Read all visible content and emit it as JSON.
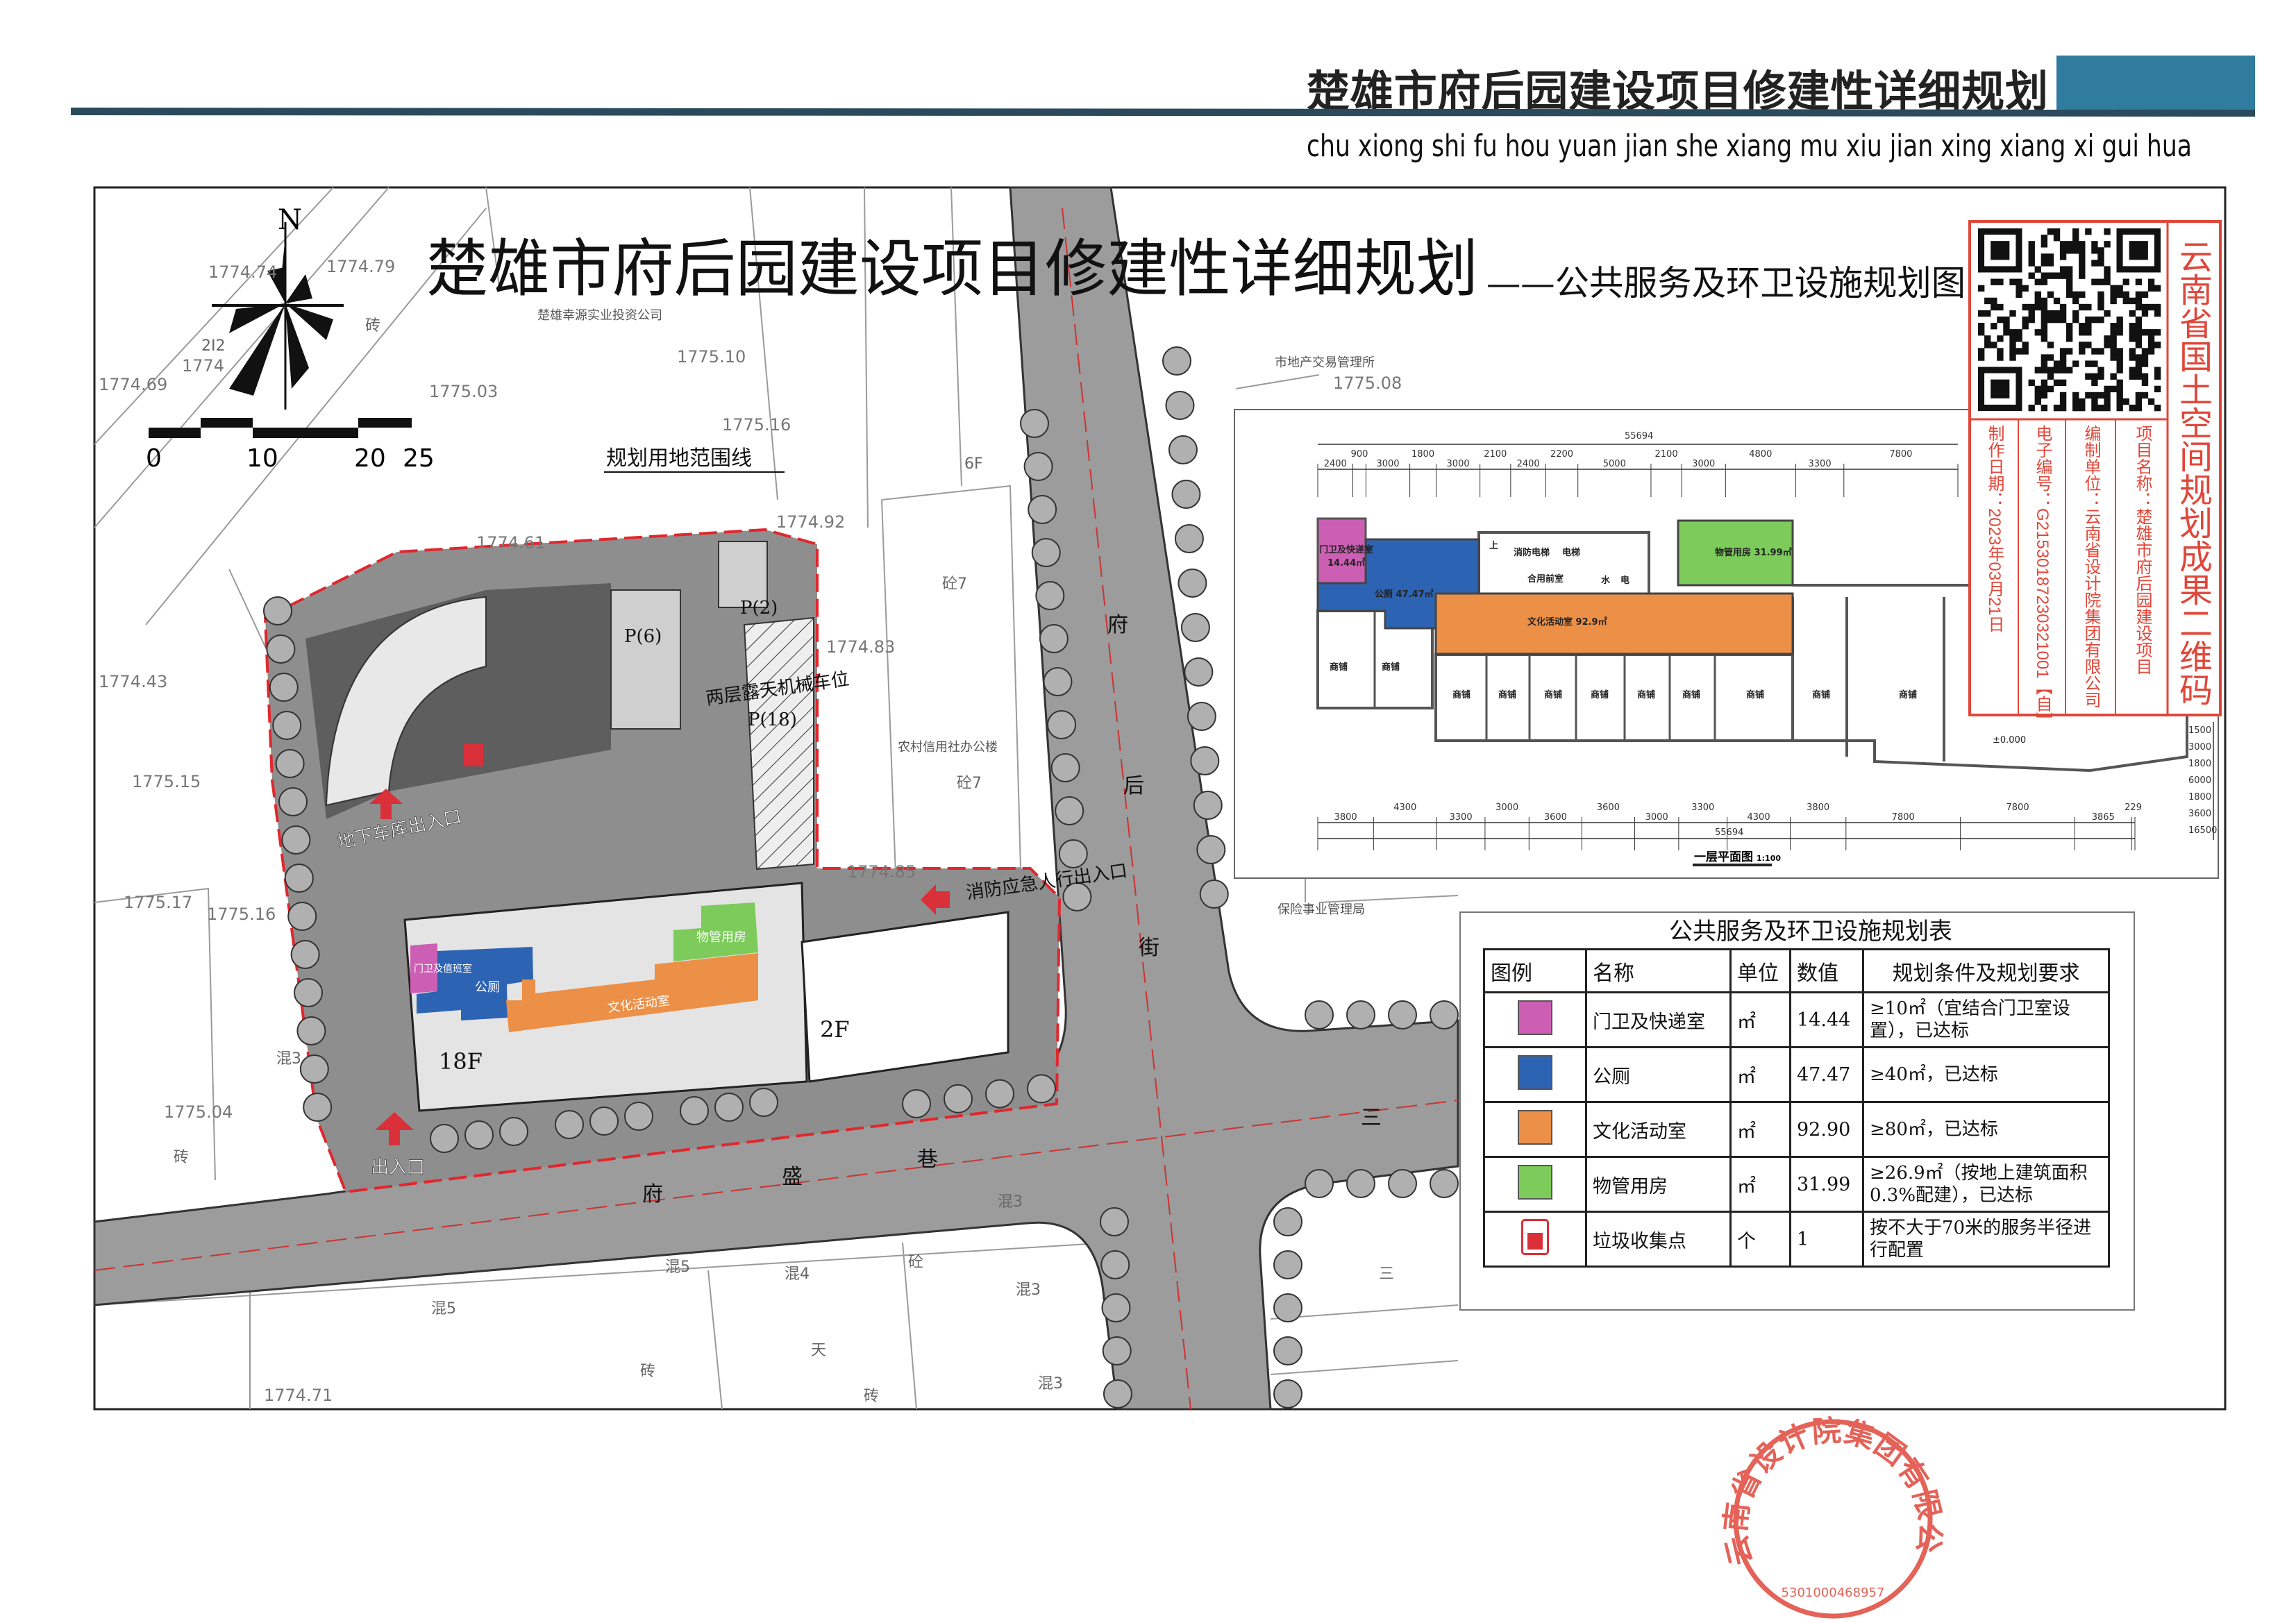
{
  "header": {
    "title": "楚雄市府后园建设项目修建性详细规划",
    "pinyin": "chu xiong shi fu hou yuan jian she xiang mu xiu jian xing xiang xi gui hua",
    "accent_color": "#2f7c9e",
    "rule_color": "#2b4a5c"
  },
  "map": {
    "title": "楚雄市府后园建设项目修建性详细规划",
    "subtitle": "——公共服务及环卫设施规划图",
    "north": "N",
    "scale_labels": [
      "0",
      "10",
      "20",
      "25"
    ],
    "boundary_label": "规划用地范围线",
    "garage_entrance": "地下车库出入口",
    "entrance": "出入口",
    "fire_entrance": "消防应急人行出入口",
    "mech_parking": "两层露天机械车位",
    "parking": [
      "P(18)",
      "P(6)",
      "P(2)"
    ],
    "floors": [
      "18F",
      "2F"
    ],
    "rooms": {
      "guard": "门卫及值班室",
      "toilet": "公厕",
      "culture": "文化活动室",
      "property": "物管用房"
    },
    "roads": {
      "fuhou_street": [
        "府",
        "后",
        "街"
      ],
      "fusheng_lane": [
        "府",
        "盛",
        "巷"
      ],
      "other": "三"
    },
    "places": [
      "楚雄幸源实业投资公司",
      "市地产交易管理所",
      "农村信用社办公楼",
      "保险事业管理局"
    ],
    "building_marks": [
      "砼7",
      "砼7",
      "6F",
      "混3",
      "混5",
      "混4",
      "混3",
      "混3",
      "混3",
      "混5",
      "砖",
      "砖",
      "砖",
      "天",
      "砼",
      "砖",
      "三",
      "2I2"
    ],
    "elevations": [
      "1774.74",
      "1774.79",
      "1774.69",
      "1775.03",
      "1775.10",
      "1775.16",
      "1775.08",
      "1774.61",
      "1774.92",
      "1774.83",
      "1774.85",
      "1775.15",
      "1775.17",
      "1775.16",
      "1775.04",
      "1774.43",
      "1774.71",
      "1774"
    ]
  },
  "stamp": {
    "text": "云南省设计院集团有限公司",
    "number": "5301000468957",
    "color": "#e0473a"
  },
  "qr_panel": {
    "title": "云南省国土空间规划成果二维码",
    "project": "项目名称：楚雄市府后园建设项目",
    "org": "编制单位：云南省设计院集团有限公司",
    "code": "电子编号：G21530187230321001【自】",
    "date": "制作日期：2023年03月21日"
  },
  "floor_plan": {
    "caption": "一层平面图",
    "scale": "1:100",
    "total": "55694",
    "top_dims": [
      "2400",
      "900",
      "3000",
      "1800",
      "3000",
      "2100",
      "2400",
      "2200",
      "5000",
      "2100",
      "3000",
      "4800",
      "3300",
      "7800"
    ],
    "bottom_dims": [
      "3800",
      "4300",
      "3300",
      "3000",
      "3600",
      "3600",
      "3000",
      "3300",
      "4300",
      "3800",
      "7800",
      "7800",
      "3865",
      "229"
    ],
    "side_dims": [
      "1500",
      "3000",
      "1800",
      "6000",
      "1800",
      "3600",
      "16500"
    ],
    "rooms": {
      "guard": "门卫及快递室",
      "guard_area": "14.44㎡",
      "toilet": "公厕 47.47㎡",
      "culture": "文化活动室 92.9㎡",
      "property": "物管用房 31.99㎡",
      "fire_lift": "消防电梯",
      "lift": "电梯",
      "lobby": "合用前室",
      "water": "水",
      "power": "电",
      "shop": "商铺",
      "level": "±0.000",
      "up": "上"
    }
  },
  "table": {
    "title": "公共服务及环卫设施规划表",
    "headers": [
      "图例",
      "名称",
      "单位",
      "数值",
      "规划条件及规划要求"
    ],
    "rows": [
      {
        "color": "#cc5fb4",
        "name": "门卫及快递室",
        "unit": "㎡",
        "value": "14.44",
        "req": "≥10㎡（宜结合门卫室设置），已达标"
      },
      {
        "color": "#2d63b3",
        "name": "公厕",
        "unit": "㎡",
        "value": "47.47",
        "req": "≥40㎡，已达标"
      },
      {
        "color": "#ec8f47",
        "name": "文化活动室",
        "unit": "㎡",
        "value": "92.90",
        "req": "≥80㎡，已达标"
      },
      {
        "color": "#7ccb5b",
        "name": "物管用房",
        "unit": "㎡",
        "value": "31.99",
        "req": "≥26.9㎡（按地上建筑面积0.3%配建），已达标"
      },
      {
        "color": "#d9303a",
        "icon": "trash-bin-icon",
        "name": "垃圾收集点",
        "unit": "个",
        "value": "1",
        "req": "按不大于70米的服务半径进行配置"
      }
    ]
  }
}
